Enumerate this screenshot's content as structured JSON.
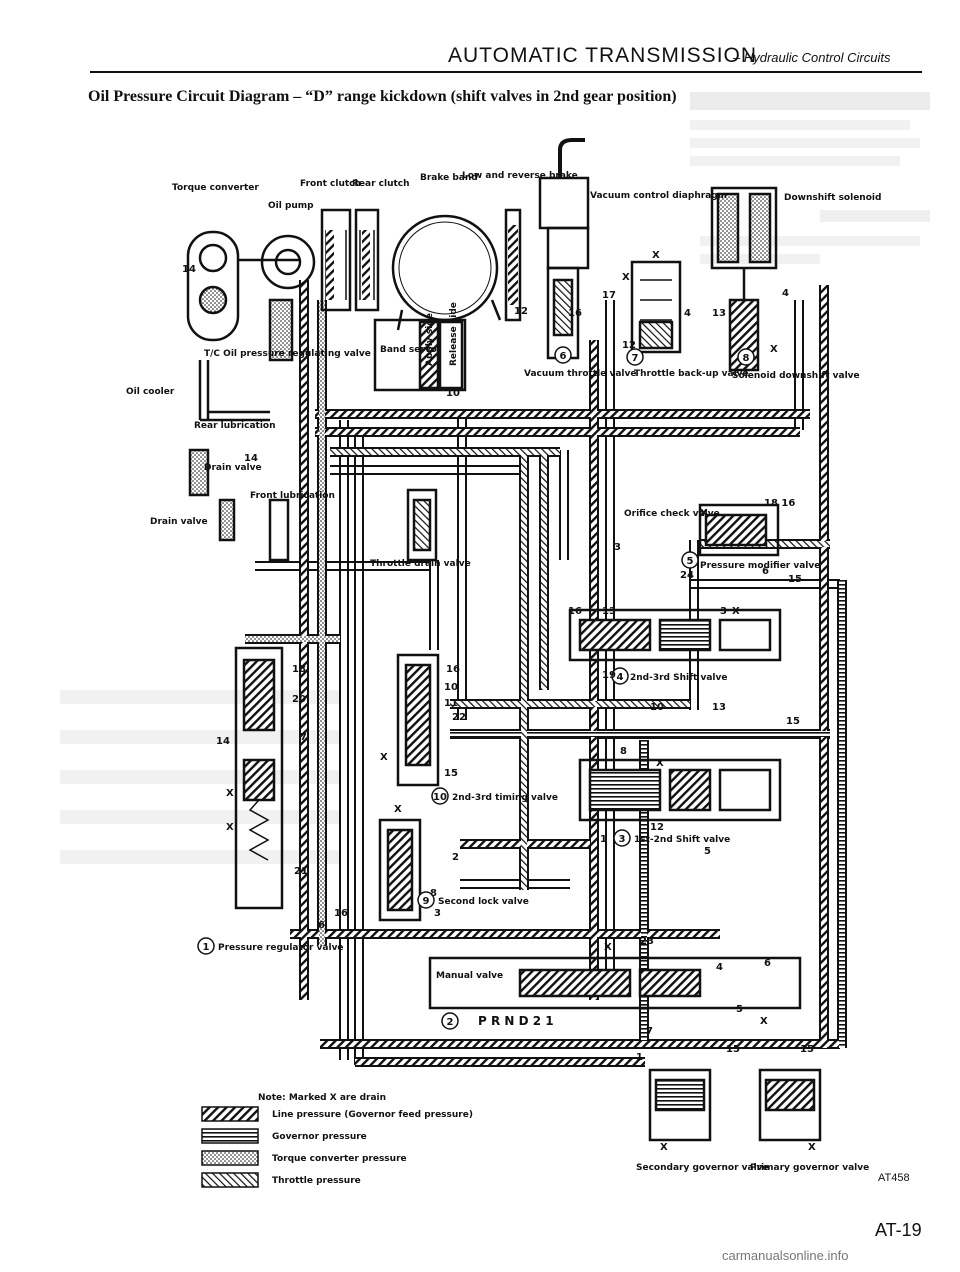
{
  "header": {
    "title": "AUTOMATIC TRANSMISSION",
    "subtitle": "– Hydraulic Control Circuits"
  },
  "diagram_title": "Oil Pressure Circuit Diagram – “D” range kickdown (shift valves in 2nd gear position)",
  "labels": {
    "low_reverse_brake": "Low and reverse brake",
    "torque_converter": "Torque converter",
    "front_clutch": "Front clutch",
    "rear_clutch": "Rear clutch",
    "brake_band": "Brake band",
    "oil_pump": "Oil pump",
    "vacuum_control_diaphragm": "Vacuum control diaphragm",
    "downshift_solenoid": "Downshift solenoid",
    "tc_oil_pressure_regulating_valve": "T/C Oil pressure regulating valve",
    "band_servo": "Band servo",
    "apply_side": "Apply side",
    "release_side": "Release side",
    "vacuum_throttle_valve": "Vacuum throttle valve",
    "throttle_backup_valve": "Throttle back-up valve",
    "solenoid_downshift_valve": "Solenoid downshift valve",
    "oil_cooler": "Oil cooler",
    "rear_lubrication": "Rear lubrication",
    "drain_valve_top": "Drain valve",
    "front_lubrication": "Front lubrication",
    "drain_valve_left": "Drain valve",
    "orifice_check_valve": "Orifice check valve",
    "throttle_drain_valve": "Throttle drain valve",
    "pressure_modifier_valve": "Pressure modifier valve",
    "shift_2_3_valve": "2nd-3rd Shift valve",
    "timing_2_3_valve": "2nd-3rd timing valve",
    "shift_1_2_valve": "1st-2nd Shift valve",
    "second_lock_valve": "Second lock valve",
    "pressure_regulator_valve": "Pressure regulator valve",
    "manual_valve": "Manual valve",
    "prnd21": "P R N D 2 1",
    "secondary_governor_valve": "Secondary governor valve",
    "primary_governor_valve": "Primary governor valve"
  },
  "numbers": [
    "1",
    "3",
    "4",
    "5",
    "6",
    "7",
    "8",
    "10",
    "11",
    "12",
    "13",
    "14",
    "15",
    "16",
    "17",
    "18",
    "19",
    "20",
    "21",
    "22",
    "23",
    "24"
  ],
  "legend": {
    "note": "Note: Marked X are drain",
    "items": [
      {
        "label": "Line pressure (Governor feed pressure)",
        "pattern": "line"
      },
      {
        "label": "Governor pressure",
        "pattern": "governor"
      },
      {
        "label": "Torque converter pressure",
        "pattern": "torque"
      },
      {
        "label": "Throttle pressure",
        "pattern": "throttle"
      }
    ]
  },
  "footer": {
    "code": "AT458",
    "page": "AT-19",
    "watermark": "carmanualsonline.info"
  }
}
